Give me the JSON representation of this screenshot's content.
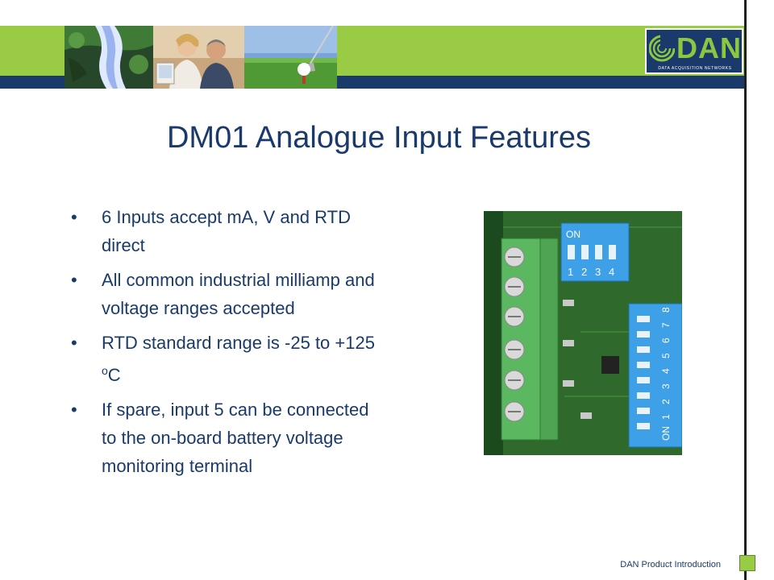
{
  "slide": {
    "title": "DM01 Analogue Input Features",
    "bullets": [
      {
        "text": "6 Inputs accept mA, V and RTD direct"
      },
      {
        "text": "All common industrial milliamp and voltage ranges accepted"
      },
      {
        "text_before": "RTD standard range is -25 to +125 ",
        "superscript": "o",
        "text_after": "C"
      },
      {
        "text": "If spare, input 5 can be connected to the on-board battery voltage monitoring terminal"
      }
    ],
    "footer": "DAN Product Introduction"
  },
  "logo": {
    "word": "DAN",
    "tagline": "DATA ACQUISITION NETWORKS"
  },
  "board_labels": {
    "switch_small_on": "ON",
    "switch_small_numbers": [
      "1",
      "2",
      "3",
      "4"
    ],
    "switch_large_on": "ON",
    "switch_large_numbers": [
      "1",
      "2",
      "3",
      "4",
      "5",
      "6",
      "7",
      "8"
    ]
  },
  "colors": {
    "header_green": "#99cc44",
    "header_navy": "#1a3a6b",
    "text_navy": "#1a3a6b",
    "board_green": "#2f6a2c",
    "terminal_green": "#5bb860",
    "switch_blue": "#3ea0e6"
  },
  "icons": [
    "waterfall-photo",
    "people-computer-photo",
    "golf-ball-photo",
    "dan-logo-swirl",
    "circuit-board-photo"
  ]
}
